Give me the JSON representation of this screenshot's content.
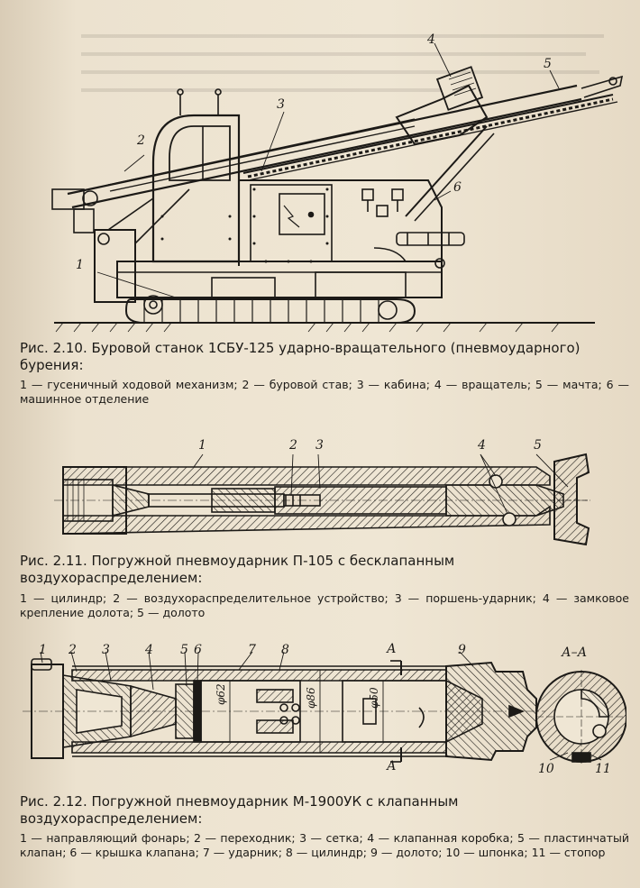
{
  "fig210": {
    "callouts": [
      "1",
      "2",
      "3",
      "4",
      "5",
      "6"
    ],
    "caption": "Рис. 2.10. Буровой станок 1СБУ-125 ударно-вращательного (пневмоударного) бурения:",
    "legend": "1 — гусеничный ходовой механизм; 2 — буровой став; 3 — кабина; 4 — вращатель; 5 — мачта; 6 — машинное отделение"
  },
  "fig211": {
    "callouts": [
      "1",
      "2",
      "3",
      "4",
      "5"
    ],
    "caption": "Рис. 2.11. Погружной пневмоударник П-105 с бесклапанным воздухораспределением:",
    "legend": "1 — цилиндр; 2 — воздухораспределительное устройство; 3 — поршень-ударник; 4 — замковое крепление долота; 5 — долото"
  },
  "fig212": {
    "callouts": [
      "1",
      "2",
      "3",
      "4",
      "5",
      "6",
      "7",
      "8",
      "9",
      "10",
      "11"
    ],
    "section_label": "А",
    "section_title": "А–А",
    "dims": [
      "φ62",
      "φ86",
      "φ50"
    ],
    "caption": "Рис. 2.12. Погружной пневмоударник М-1900УК с клапанным воздухораспределением:",
    "legend": "1 — направляющий фонарь; 2 — переходник; 3 — сетка; 4 — клапанная коробка; 5 — пластинчатый клапан; 6 — крышка клапана; 7 — ударник; 8 — цилиндр; 9 — долото; 10 — шпонка; 11 — стопор"
  }
}
